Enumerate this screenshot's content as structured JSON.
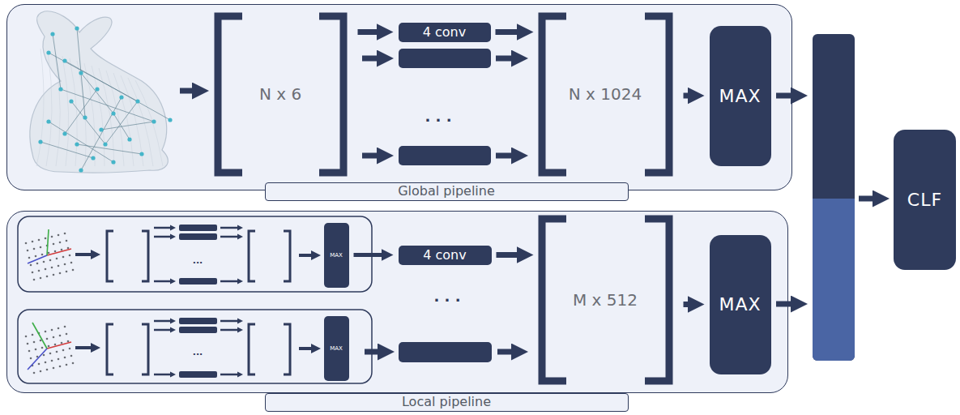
{
  "diagram": {
    "nodes": [
      {
        "text": [
          "Global pipeline"
        ]
      },
      {
        "text": [
          "N x 6"
        ],
        "in": 0
      },
      {
        "text": [
          "4 conv"
        ],
        "in": 0
      },
      {
        "text": [
          "N x 1024"
        ],
        "in": 0
      },
      {
        "text": [
          "MAX"
        ],
        "in": 0
      },
      {
        "text": [
          "Local pipeline"
        ]
      },
      {
        "text": [
          "MAX"
        ],
        "in": 5
      },
      {
        "text": [
          "MAX"
        ],
        "in": 5
      },
      {
        "text": [
          "4 conv"
        ],
        "in": 5
      },
      {
        "text": [
          "M x 512"
        ],
        "in": 5
      },
      {
        "text": [
          "MAX"
        ],
        "in": 5
      },
      {
        "text": [
          "CLF"
        ]
      }
    ],
    "edges": [
      {
        "from": 1,
        "to": 2,
        "arrow": "to"
      },
      {
        "from": 2,
        "to": 3,
        "arrow": "to"
      },
      {
        "from": 3,
        "to": 4,
        "arrow": "to"
      },
      {
        "from": 6,
        "to": 8,
        "arrow": "to"
      },
      {
        "from": 8,
        "to": 9,
        "arrow": "to"
      },
      {
        "from": 9,
        "to": 10,
        "arrow": "to"
      }
    ],
    "labels": [
      "· · ·",
      "· · ·",
      "...",
      "..."
    ]
  }
}
